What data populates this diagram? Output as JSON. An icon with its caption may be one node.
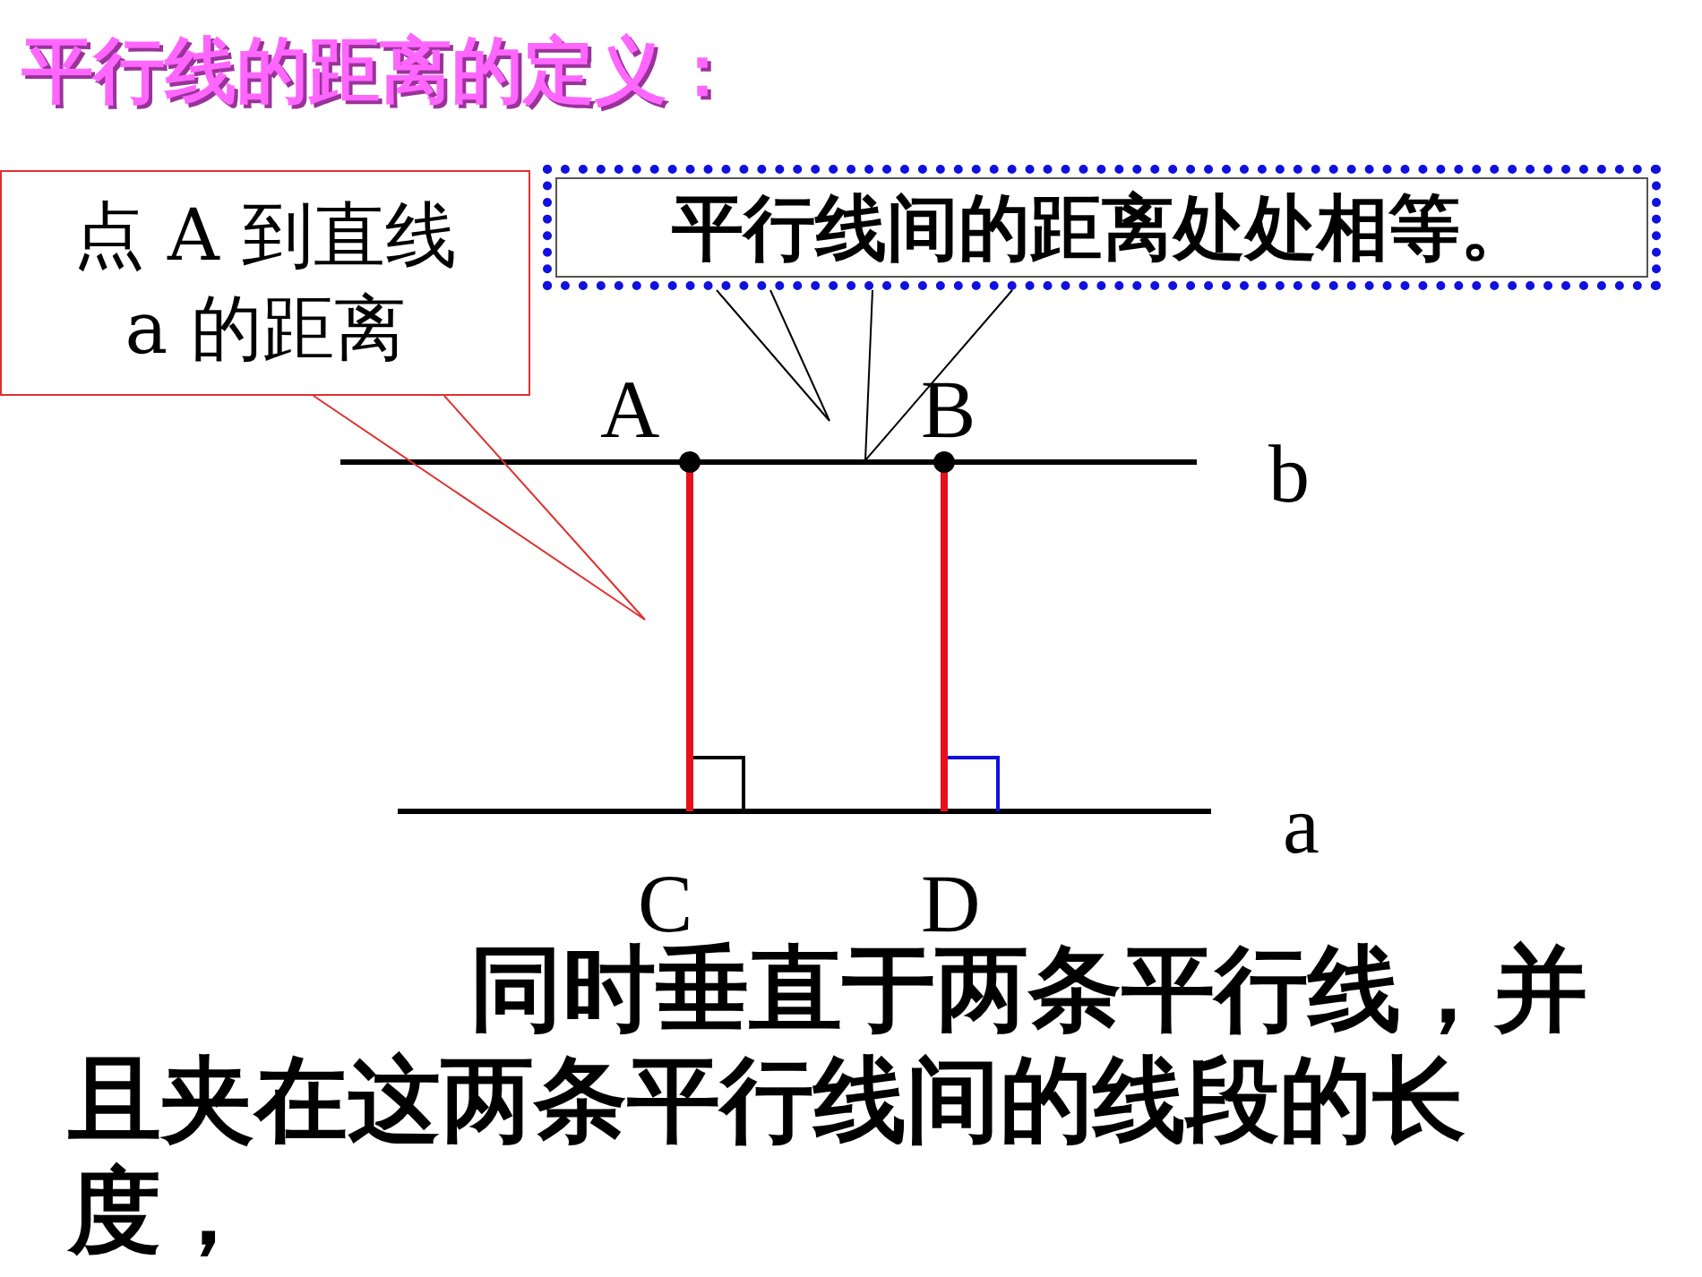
{
  "diagram": {
    "title": "平行线的距离的定义：",
    "nodes": [
      {
        "text": [
          "点 A 到直线 a 的距离"
        ]
      },
      {
        "text": [
          "平行线间的距离处处相等。"
        ]
      }
    ],
    "edges": [
      {
        "from": 0,
        "to": null,
        "arrow": "none",
        "color": "#e03030"
      },
      {
        "from": 1,
        "to": null,
        "arrow": "none"
      },
      {
        "from": 1,
        "to": null,
        "arrow": "none"
      }
    ],
    "labels": [
      "A",
      "B",
      "b",
      "a",
      "C",
      "D",
      "同时垂直于两条平行线，并且夹在这两条平行线间的线段的长度，"
    ]
  }
}
